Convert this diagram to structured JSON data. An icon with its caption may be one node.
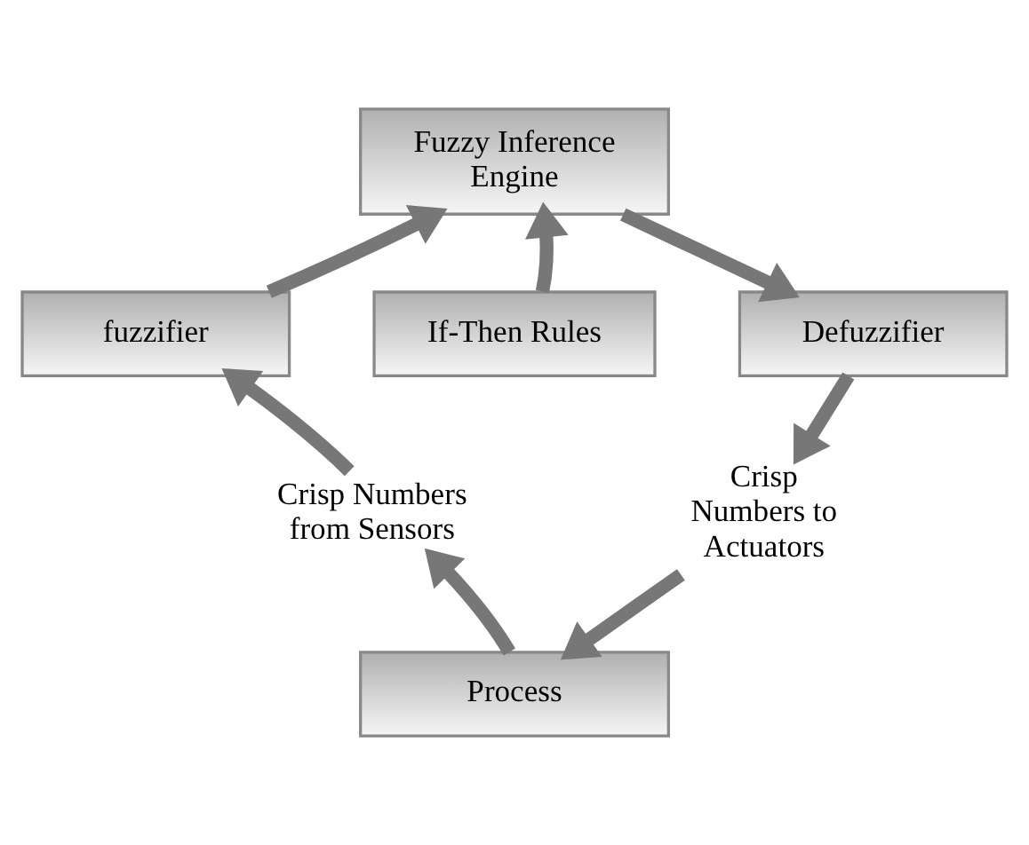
{
  "diagram": {
    "nodes": [
      {
        "text": [
          "Fuzzy Inference Engine"
        ]
      },
      {
        "text": [
          "Defuzzifier"
        ]
      },
      {
        "text": [
          "Crisp Numbers to Actuators"
        ]
      },
      {
        "text": [
          "Process"
        ]
      },
      {
        "text": [
          "Crisp Numbers from Sensors"
        ]
      },
      {
        "text": [
          "fuzzifier"
        ]
      },
      {
        "text": [
          "If-Then Rules"
        ]
      }
    ],
    "edges": [
      {
        "from": 0,
        "to": 1,
        "arrow": "to"
      },
      {
        "from": 1,
        "to": 2,
        "arrow": "to"
      },
      {
        "from": 2,
        "to": 3,
        "arrow": "to"
      },
      {
        "from": 3,
        "to": 4,
        "arrow": "to"
      },
      {
        "from": 4,
        "to": 5,
        "arrow": "to"
      },
      {
        "from": 5,
        "to": 0,
        "arrow": "to"
      },
      {
        "from": 6,
        "to": 0,
        "arrow": "to"
      }
    ]
  }
}
